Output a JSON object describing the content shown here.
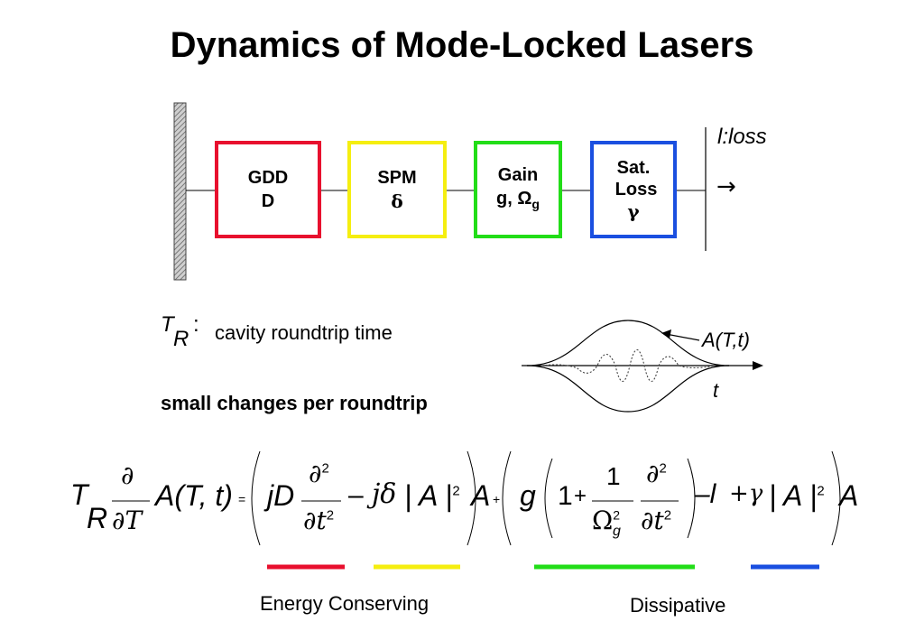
{
  "title": "Dynamics of Mode-Locked Lasers",
  "colors": {
    "gdd": "#e8102e",
    "spm": "#f5ee10",
    "gain": "#22dd18",
    "satloss": "#1a4fe0"
  },
  "boxes": {
    "gdd": {
      "line1": "GDD",
      "line2": "D"
    },
    "spm": {
      "line1": "SPM",
      "line2": "δ"
    },
    "gain": {
      "line1": "Gain",
      "line2_main": "g, Ω",
      "line2_sub": "g"
    },
    "satloss": {
      "line1": "Sat.",
      "line2": "Loss",
      "line3": "γ"
    }
  },
  "output": {
    "label": "l:loss",
    "arrow": "→"
  },
  "roundtrip": {
    "symbol": "T",
    "sub": "R",
    "colon": ":",
    "text": "cavity roundtrip time"
  },
  "pulse": {
    "label": "A(T,t)",
    "axis": "t"
  },
  "small_changes": "small changes per roundtrip",
  "equation": {
    "lhs_T": "T",
    "lhs_R": "R",
    "partial": "∂",
    "partial_T": "∂T",
    "A_Tt": "A(T, t)",
    "equals": "=",
    "jD": "jD",
    "d2": "∂",
    "two": "2",
    "dt2": "∂t",
    "minus": "–",
    "jdelta": "jδ",
    "absA": "| A |",
    "A": "A",
    "plus": "+",
    "g": "g",
    "one": "1",
    "plus2": "+",
    "num1": "1",
    "Omega": "Ω",
    "sub_g": "g",
    "minus_l": "–l",
    "plus_gamma": "+γ"
  },
  "legend": {
    "energy": "Energy Conserving",
    "dissipative": "Dissipative"
  }
}
